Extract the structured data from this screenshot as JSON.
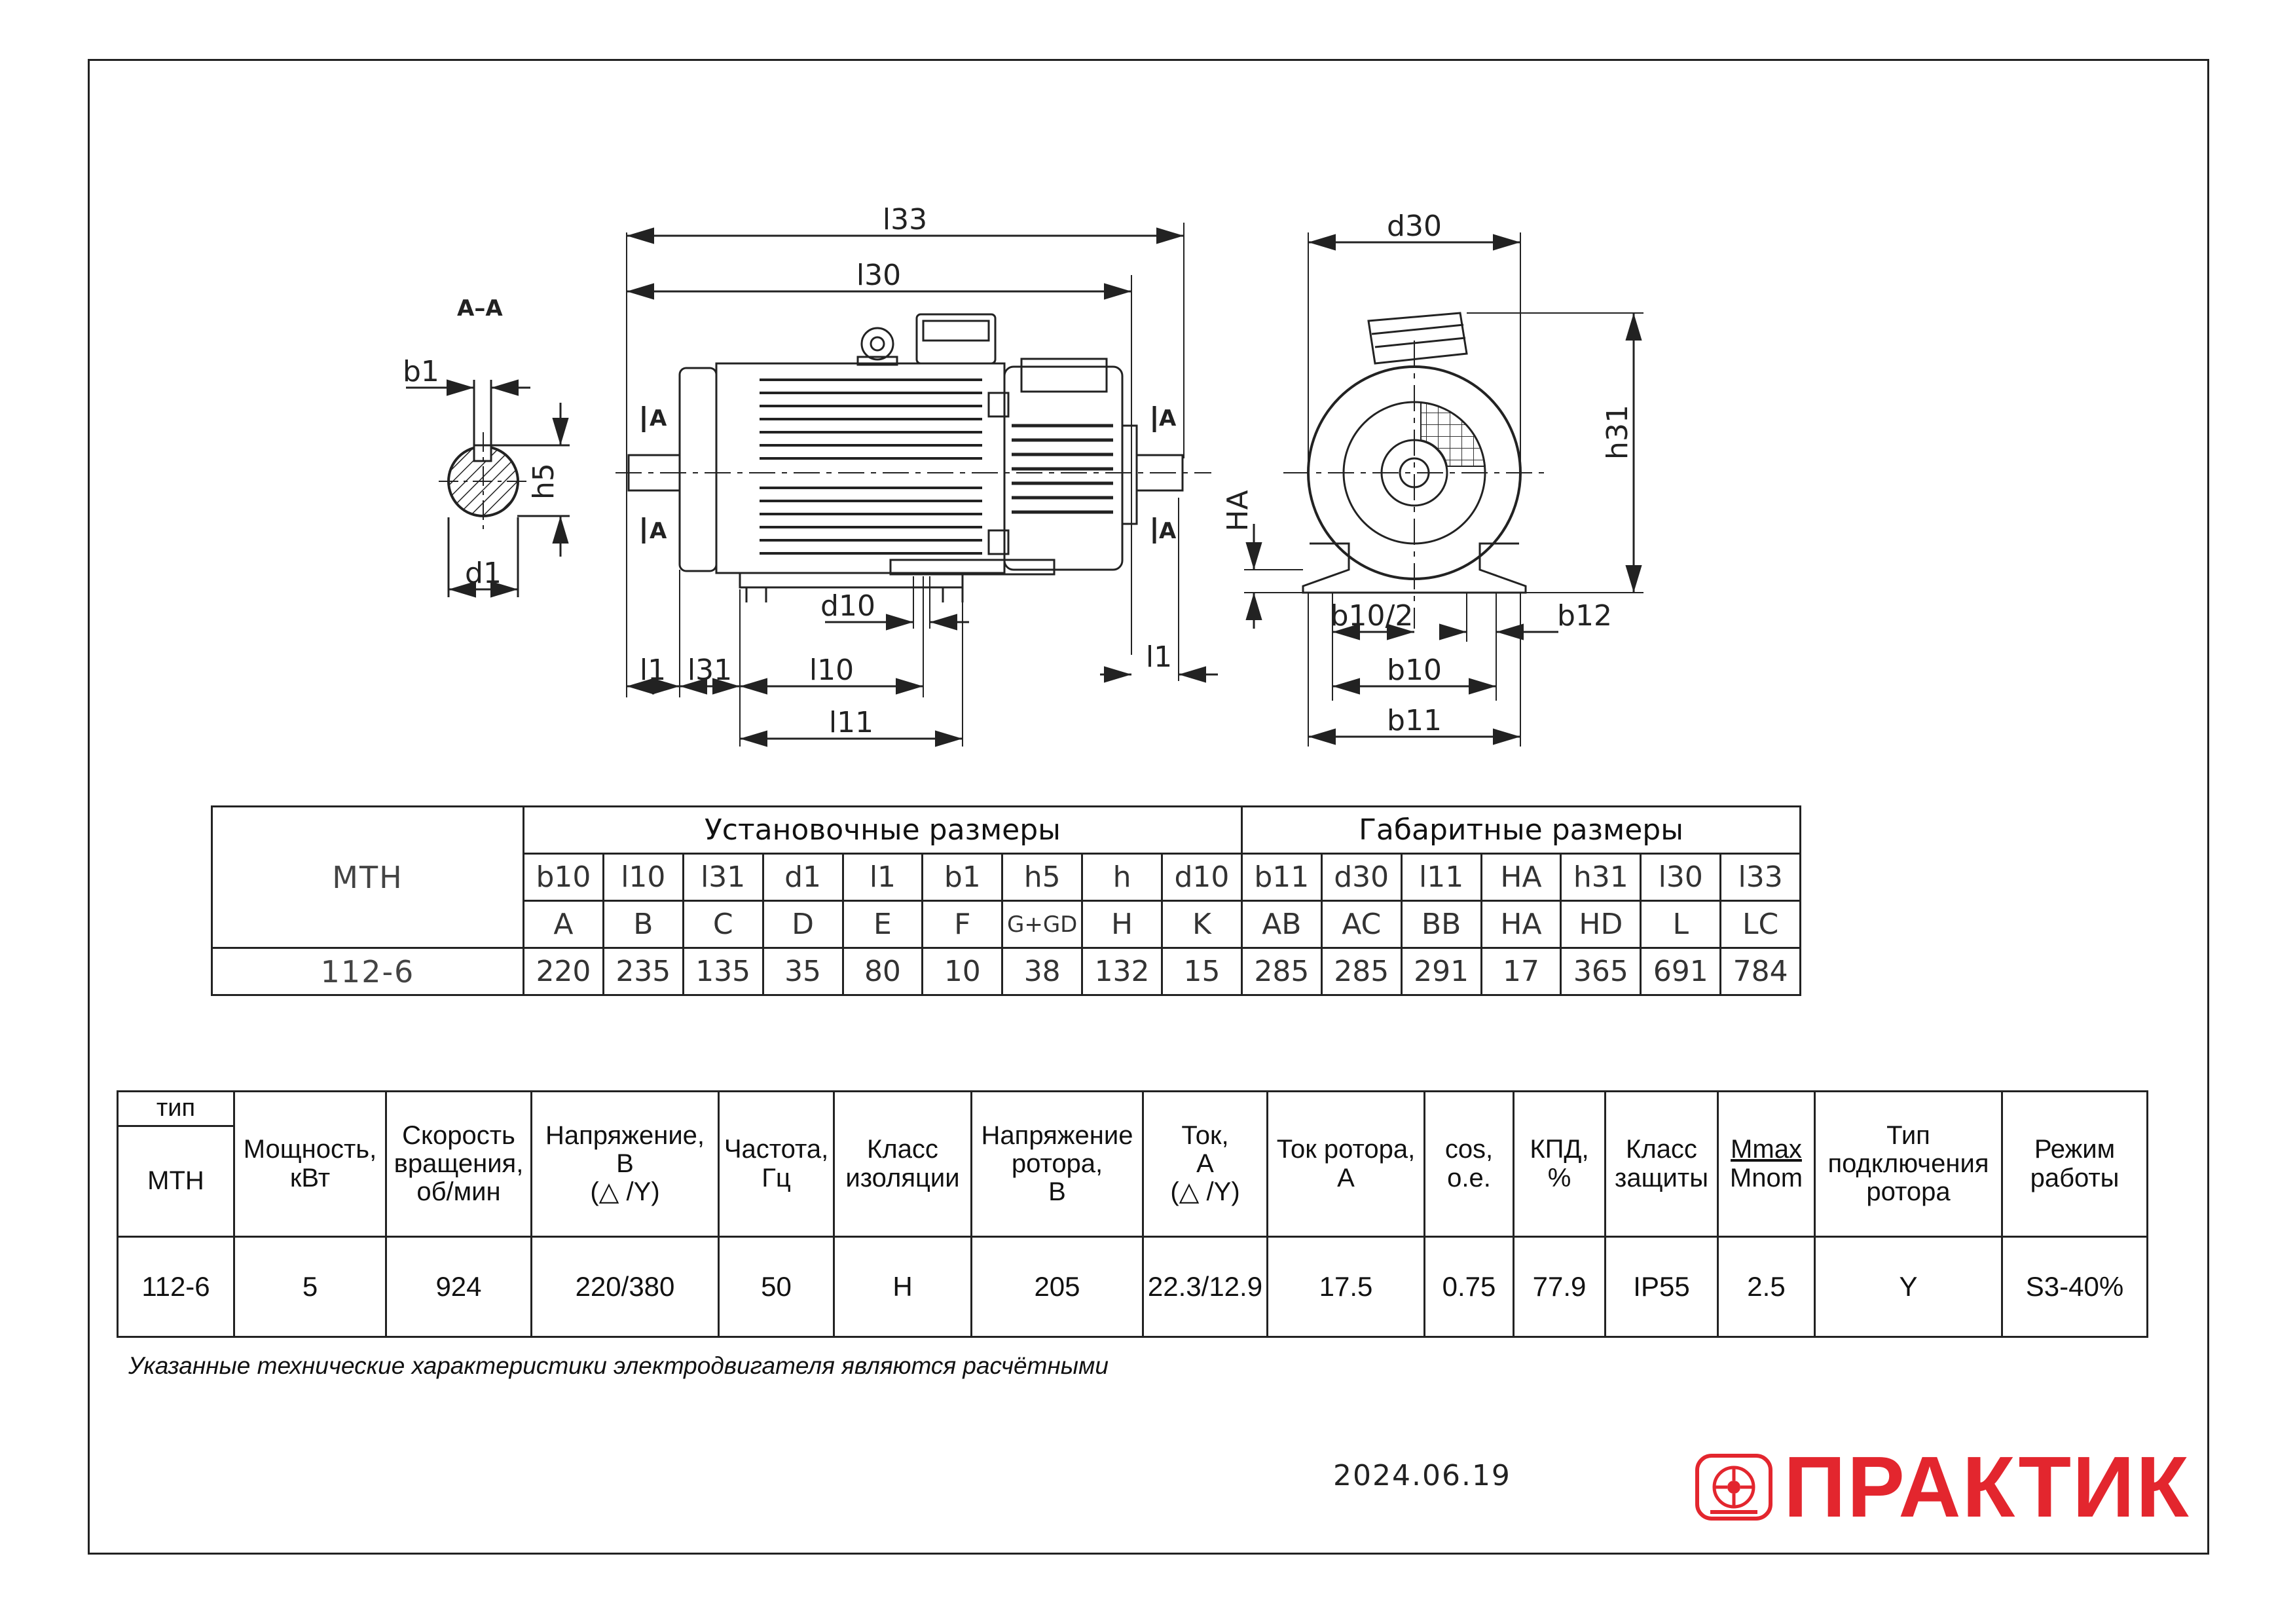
{
  "drawing": {
    "section_label": "A–A",
    "cut_label": "A",
    "labels": {
      "b1": "b1",
      "h5": "h5",
      "d1": "d1",
      "l33": "l33",
      "l30": "l30",
      "l1": "l1",
      "l31": "l31",
      "l10": "l10",
      "l11": "l11",
      "d10": "d10",
      "d30": "d30",
      "h31": "h31",
      "HA": "HA",
      "b10_2": "b10/2",
      "b12": "b12",
      "b10": "b10",
      "b11": "b11"
    }
  },
  "dimensions_table": {
    "model_header": "МТН",
    "group_install": "Установочные размеры",
    "group_overall": "Габаритные размеры",
    "codes": [
      "b10",
      "l10",
      "l31",
      "d1",
      "l1",
      "b1",
      "h5",
      "h",
      "d10",
      "b11",
      "d30",
      "l11",
      "HA",
      "h31",
      "l30",
      "l33"
    ],
    "iec": [
      "A",
      "B",
      "C",
      "D",
      "E",
      "F",
      "G+GD",
      "H",
      "K",
      "AB",
      "AC",
      "BB",
      "HA",
      "HD",
      "L",
      "LC"
    ],
    "row": {
      "model": "112-6",
      "values": [
        "220",
        "235",
        "135",
        "35",
        "80",
        "10",
        "38",
        "132",
        "15",
        "285",
        "285",
        "291",
        "17",
        "365",
        "691",
        "784"
      ]
    }
  },
  "spec_table": {
    "type_label": "тип",
    "type_value": "МТН",
    "headers": {
      "power": [
        "Мощность,",
        "кВт"
      ],
      "speed": [
        "Скорость",
        "вращения,",
        "об/мин"
      ],
      "voltage": [
        "Напряжение,",
        "В",
        "(△ /Y)"
      ],
      "frequency": [
        "Частота,",
        "Гц"
      ],
      "insulation": [
        "Класс",
        "изоляции"
      ],
      "rotor_voltage": [
        "Напряжение",
        "ротора,",
        "В"
      ],
      "current": [
        "Ток,",
        "А",
        "(△ /Y)"
      ],
      "rotor_current": [
        "Ток ротора,",
        "А"
      ],
      "cos": [
        "cos,",
        "o.e."
      ],
      "efficiency": [
        "КПД,",
        "%"
      ],
      "protection": [
        "Класс",
        "защиты"
      ],
      "torque_top": "Mmax",
      "torque_bottom": "Mnom",
      "rotor_connection": [
        "Тип",
        "подключения",
        "ротора"
      ],
      "duty": [
        "Режим",
        "работы"
      ]
    },
    "row": {
      "type": "112-6",
      "power": "5",
      "speed": "924",
      "voltage": "220/380",
      "frequency": "50",
      "insulation": "H",
      "rotor_voltage": "205",
      "current": "22.3/12.9",
      "rotor_current": "17.5",
      "cos": "0.75",
      "efficiency": "77.9",
      "protection": "IP55",
      "torque": "2.5",
      "rotor_connection": "Y",
      "duty": "S3-40%"
    }
  },
  "note": "Указанные технические характеристики электродвигателя являются расчётными",
  "date": "2024.06.19",
  "brand": {
    "name": "ПРАКТИК",
    "color": "#e3262e"
  }
}
